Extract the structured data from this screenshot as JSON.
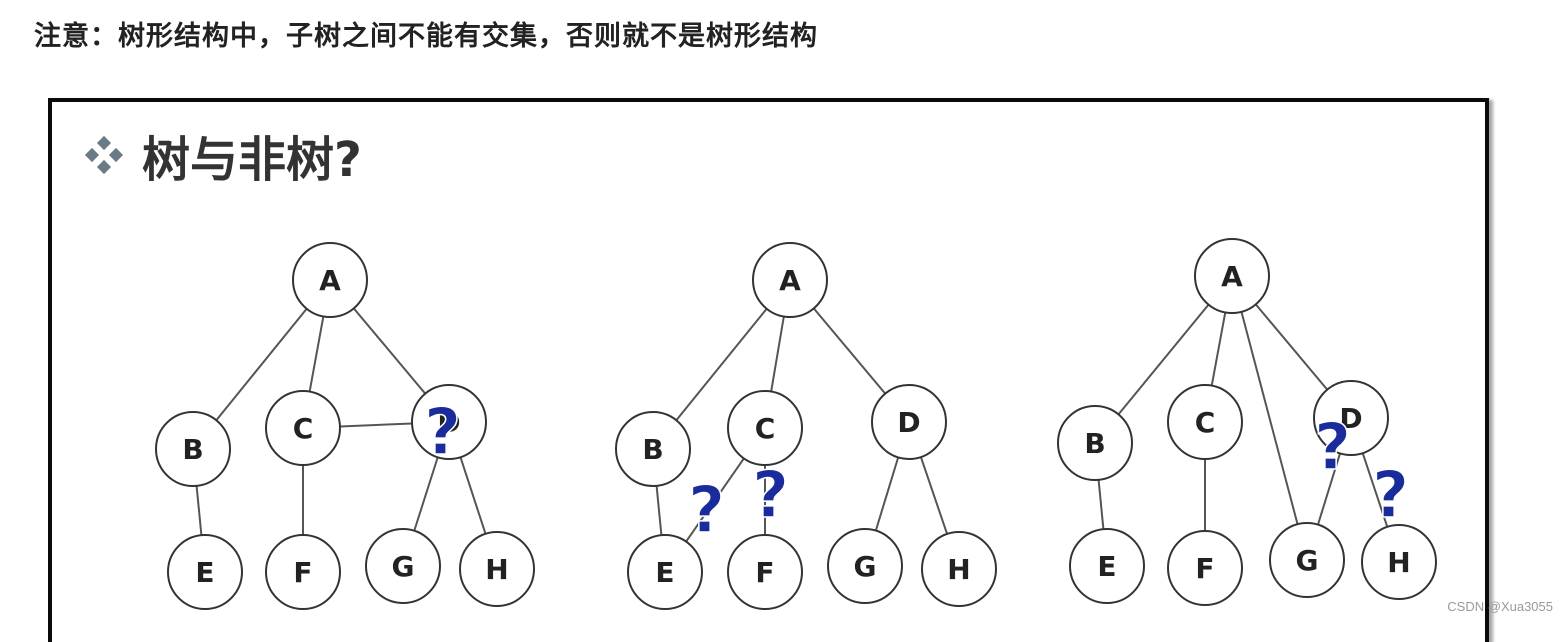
{
  "note": "注意：树形结构中，子树之间不能有交集，否则就不是树形结构",
  "slide": {
    "title": "树与非树?"
  },
  "question_mark": "?",
  "watermark": "CSDN @Xua3055",
  "colors": {
    "node_stroke": "#333333",
    "edge": "#555555",
    "question_mark": "#1a2b9c",
    "bullet": "#6b7b86"
  },
  "trees": [
    {
      "nodes": [
        "A",
        "B",
        "C",
        "D",
        "E",
        "F",
        "G",
        "H"
      ],
      "edges": [
        [
          "A",
          "B"
        ],
        [
          "A",
          "C"
        ],
        [
          "A",
          "D"
        ],
        [
          "B",
          "E"
        ],
        [
          "C",
          "F"
        ],
        [
          "D",
          "G"
        ],
        [
          "D",
          "H"
        ],
        [
          "C",
          "D"
        ]
      ],
      "question_marks": 1
    },
    {
      "nodes": [
        "A",
        "B",
        "C",
        "D",
        "E",
        "F",
        "G",
        "H"
      ],
      "edges": [
        [
          "A",
          "B"
        ],
        [
          "A",
          "C"
        ],
        [
          "A",
          "D"
        ],
        [
          "B",
          "E"
        ],
        [
          "C",
          "F"
        ],
        [
          "D",
          "G"
        ],
        [
          "D",
          "H"
        ],
        [
          "C",
          "E"
        ]
      ],
      "question_marks": 2
    },
    {
      "nodes": [
        "A",
        "B",
        "C",
        "D",
        "E",
        "F",
        "G",
        "H"
      ],
      "edges": [
        [
          "A",
          "B"
        ],
        [
          "A",
          "C"
        ],
        [
          "A",
          "D"
        ],
        [
          "B",
          "E"
        ],
        [
          "C",
          "F"
        ],
        [
          "D",
          "G"
        ],
        [
          "D",
          "H"
        ],
        [
          "A",
          "G"
        ]
      ],
      "question_marks": 2
    }
  ]
}
